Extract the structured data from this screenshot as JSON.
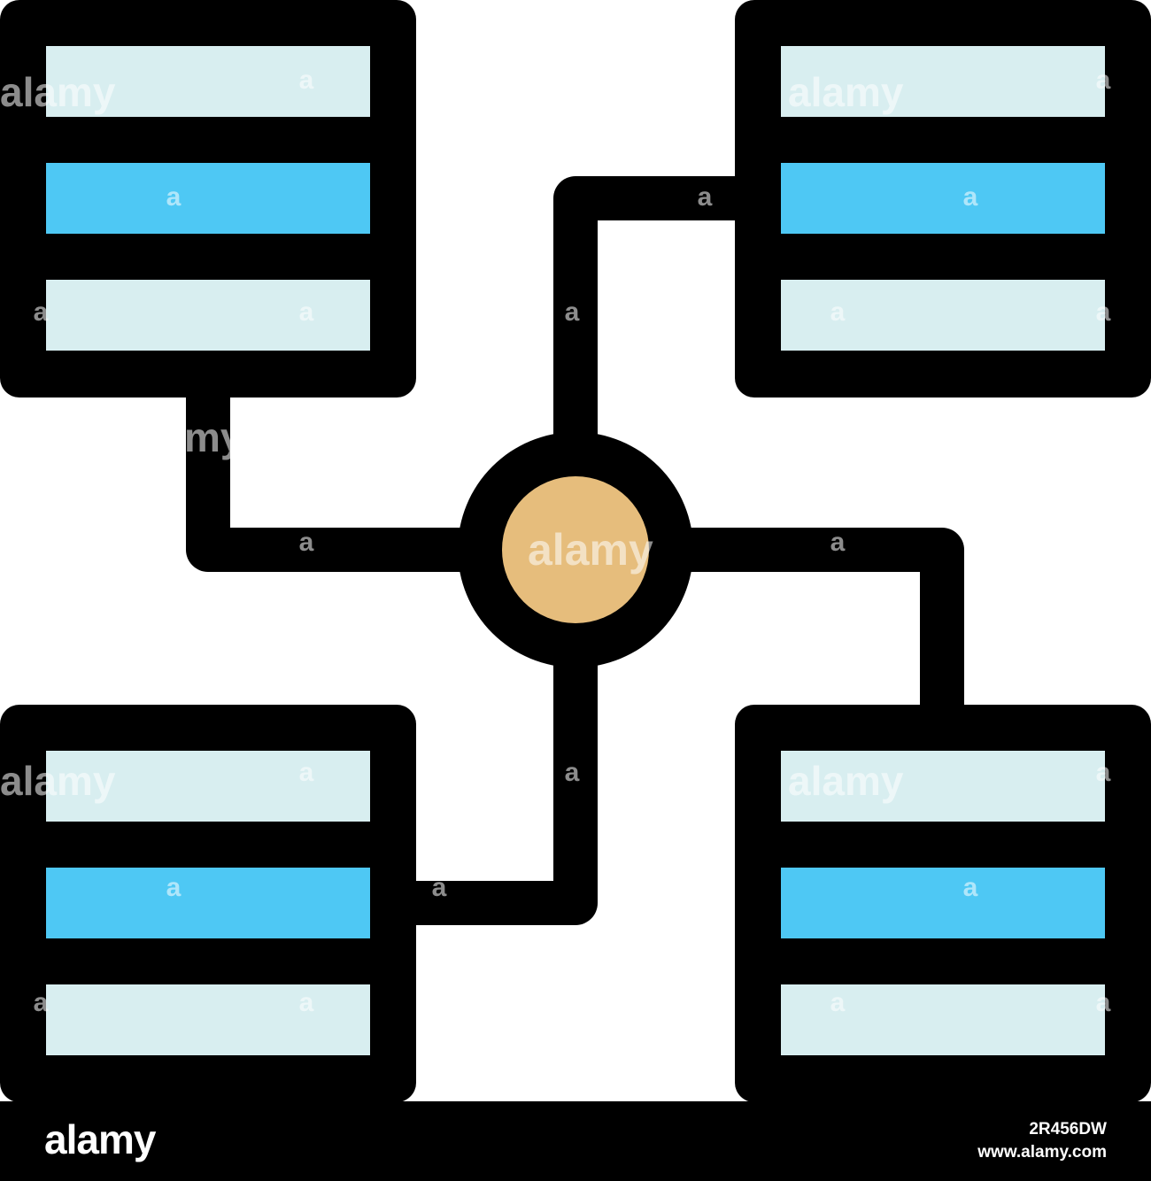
{
  "colors": {
    "outline": "#000000",
    "row_light": "#d8eef0",
    "row_accent": "#4ec8f4",
    "hub_fill": "#e6bd7c",
    "background": "#ffffff"
  },
  "diagram": {
    "servers": [
      {
        "id": "top-left",
        "rows": [
          "light",
          "accent",
          "light"
        ]
      },
      {
        "id": "top-right",
        "rows": [
          "light",
          "accent",
          "light"
        ]
      },
      {
        "id": "bottom-left",
        "rows": [
          "light",
          "accent",
          "light"
        ]
      },
      {
        "id": "bottom-right",
        "rows": [
          "light",
          "accent",
          "light"
        ]
      }
    ],
    "hub": {
      "id": "center-node"
    },
    "connections": [
      {
        "from": "hub",
        "to": "top-left"
      },
      {
        "from": "hub",
        "to": "top-right"
      },
      {
        "from": "hub",
        "to": "bottom-left"
      },
      {
        "from": "hub",
        "to": "bottom-right"
      }
    ]
  },
  "watermark": {
    "brand": "alamy",
    "letter": "a",
    "partial": "my"
  },
  "footer": {
    "logo": "alamy",
    "image_id": "2R456DW",
    "url": "www.alamy.com"
  }
}
